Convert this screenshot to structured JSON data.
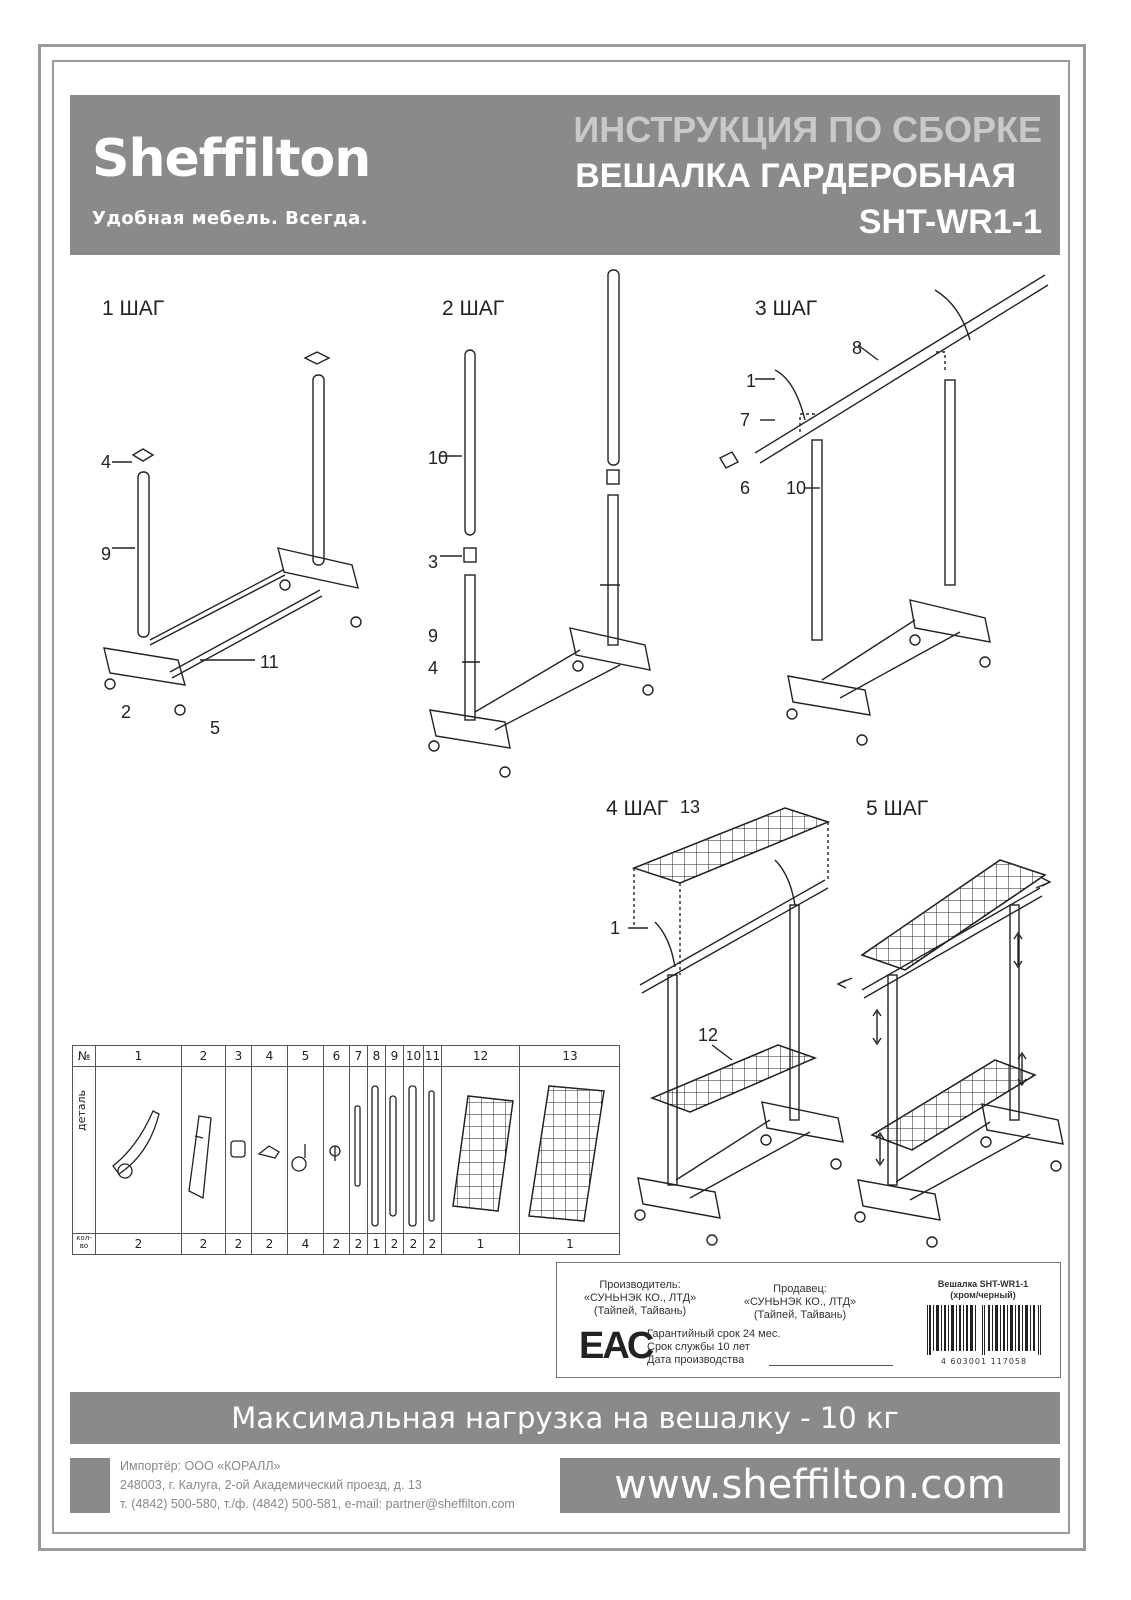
{
  "header": {
    "brand": "Sheffilton",
    "slogan": "Удобная мебель. Всегда.",
    "title": "ИНСТРУКЦИЯ ПО СБОРКЕ",
    "product": "ВЕШАЛКА ГАРДЕРОБНАЯ",
    "model": "SHT-WR1-1"
  },
  "steps": [
    "1 ШАГ",
    "2 ШАГ",
    "3 ШАГ",
    "4 ШАГ",
    "5 ШАГ"
  ],
  "callouts": {
    "s1": [
      "4",
      "9",
      "11",
      "2",
      "5"
    ],
    "s2": [
      "10",
      "3",
      "9",
      "4"
    ],
    "s3": [
      "8",
      "1",
      "7",
      "6",
      "10"
    ],
    "s4": [
      "13",
      "1",
      "12"
    ]
  },
  "parts_table": {
    "no_label": "№",
    "part_label": "деталь",
    "qty_label": "кол-во",
    "numbers": [
      "1",
      "2",
      "3",
      "4",
      "5",
      "6",
      "7",
      "8",
      "9",
      "10",
      "11",
      "12",
      "13"
    ],
    "quantities": [
      "2",
      "2",
      "2",
      "2",
      "4",
      "2",
      "2",
      "1",
      "2",
      "2",
      "2",
      "1",
      "1"
    ]
  },
  "info": {
    "manufacturer": [
      "Производитель:",
      "«СУНЬНЭК КО., ЛТД»",
      "(Тайпей, Тайвань)"
    ],
    "seller": [
      "Продавец:",
      "«СУНЬНЭК КО., ЛТД»",
      "(Тайпей, Тайвань)"
    ],
    "eac": "ЕАС",
    "warranty": "Гарантийный срок 24 мес.",
    "lifetime": "Срок службы 10 лет",
    "production_date": "Дата производства",
    "barcode_name": "Вешалка SHT-WR1-1",
    "barcode_variant": "(хром/черный)",
    "barcode_number": "4 603001 117058"
  },
  "max_load": "Максимальная нагрузка на вешалку - 10 кг",
  "importer": [
    "Импортёр: ООО «КОРАЛЛ»",
    "248003, г. Калуга, 2-ой Академический проезд, д. 13",
    "т. (4842) 500-580, т./ф. (4842) 500-581, e-mail: partner@sheffilton.com"
  ],
  "website": "www.sheffilton.com",
  "colors": {
    "header_gray": "#8a8a8a",
    "frame_gray": "#9a9a9a",
    "title_light": "#c9c9c9"
  }
}
